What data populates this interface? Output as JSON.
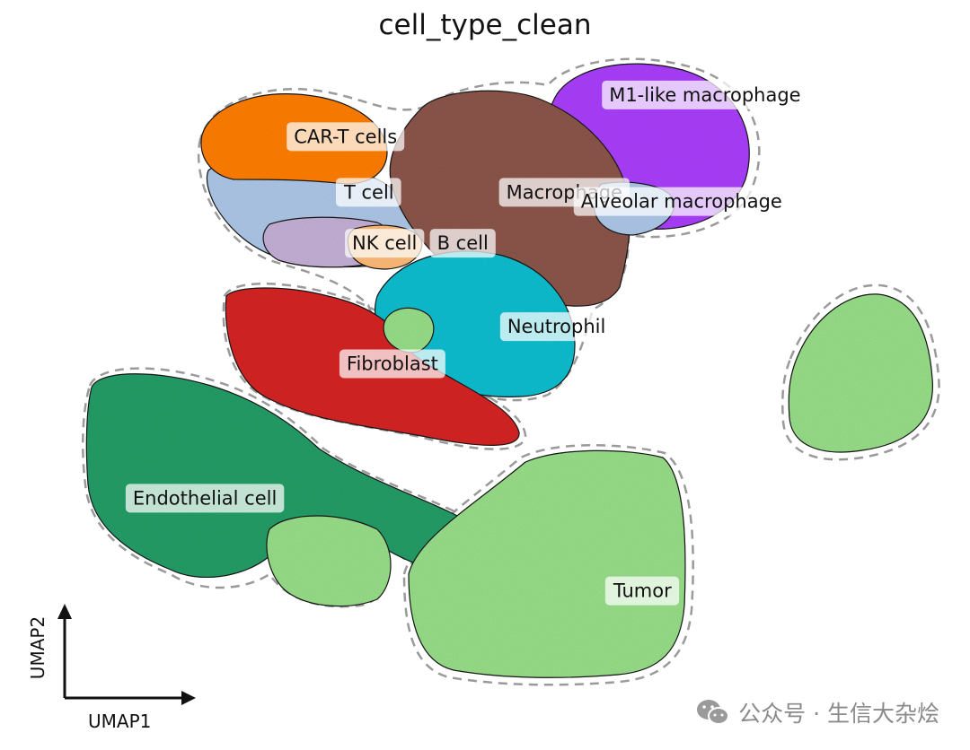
{
  "chart_data": {
    "type": "scatter",
    "title": "cell_type_clean",
    "xlabel": "UMAP1",
    "ylabel": "UMAP2",
    "grid": false,
    "legend": "on data",
    "clusters": [
      {
        "name": "CAR-T cells",
        "color": "#ff7f0e",
        "label_x": 3.1,
        "label_y": 8.6
      },
      {
        "name": "T cell",
        "color": "#aec7e8",
        "label_x": 3.4,
        "label_y": 7.4
      },
      {
        "name": "NK cell",
        "color": "#c5b0d5",
        "label_x": 3.6,
        "label_y": 6.3
      },
      {
        "name": "B cell",
        "color": "#ffbb78",
        "label_x": 4.6,
        "label_y": 6.3
      },
      {
        "name": "Macrophage",
        "color": "#8c564b",
        "label_x": 5.9,
        "label_y": 7.4
      },
      {
        "name": "M1-like macrophage",
        "color": "#aa40fc",
        "label_x": 7.7,
        "label_y": 9.5
      },
      {
        "name": "Alveolar macrophage",
        "color": "#aec7e8",
        "label_x": 7.4,
        "label_y": 7.2
      },
      {
        "name": "Neutrophil",
        "color": "#17becf",
        "label_x": 5.8,
        "label_y": 4.5
      },
      {
        "name": "Fibroblast",
        "color": "#d62728",
        "label_x": 3.7,
        "label_y": 3.7
      },
      {
        "name": "Endothelial cell",
        "color": "#279e68",
        "label_x": 1.3,
        "label_y": 0.8
      },
      {
        "name": "Tumor",
        "color": "#98df8a",
        "label_x": 6.9,
        "label_y": -1.2
      }
    ]
  },
  "watermark": {
    "icon": "wechat-icon",
    "text": "公众号 · 生信大杂烩"
  }
}
